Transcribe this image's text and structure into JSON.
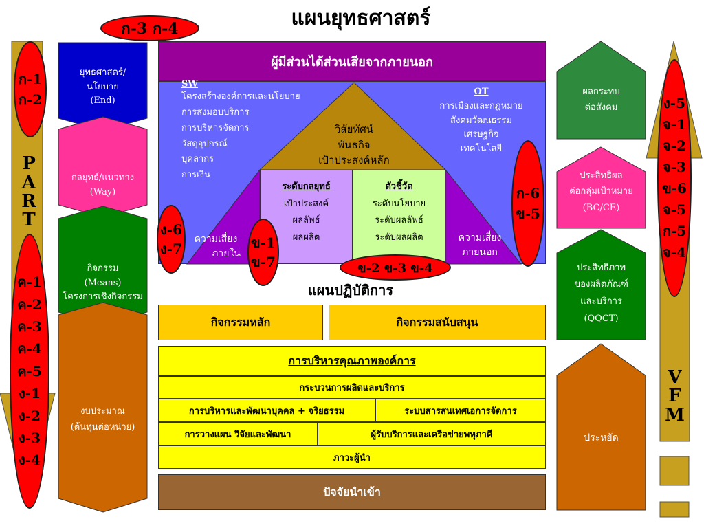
{
  "title": "แผนยุทธศาสตร์",
  "top_oval": "ก-3 ก-4",
  "left_arrow": {
    "oval_top": [
      "ก-1",
      "ก-2"
    ],
    "part": [
      "P",
      "A",
      "R",
      "T"
    ],
    "oval_bottom": [
      "ค-1",
      "ค-2",
      "ค-3",
      "ค-4",
      "ค-5",
      "ง-1",
      "ง-2",
      "ง-3",
      "ง-4"
    ]
  },
  "left_column": [
    {
      "lines": [
        "ยุทธศาสตร์/",
        "นโยบาย",
        "(End)"
      ],
      "color": "#0000cc"
    },
    {
      "lines": [
        "กลยุทธ์/แนวทาง",
        "(Way)"
      ],
      "color": "#ff3399"
    },
    {
      "lines": [
        "กิจกรรม",
        "(Means)",
        "โครงการเชิงกิจกรรม"
      ],
      "color": "#008000"
    },
    {
      "lines": [
        "งบประมาณ",
        "(ต้นทุนต่อหน่วย)"
      ],
      "color": "#cc6600"
    }
  ],
  "stakeholder_banner": "ผู้มีส่วนได้ส่วนเสียจากภายนอก",
  "sw": {
    "heading": "SW",
    "items": [
      "โครงสร้างองค์การและนโยบาย",
      "การส่งมอบบริการ",
      "การบริหารจัดการ",
      "วัสดุอุปกรณ์",
      "บุคลากร",
      "การเงิน"
    ]
  },
  "ot": {
    "heading": "OT",
    "items": [
      "การเมืองและกฎหมาย",
      "สังคมวัฒนธรรม",
      "เศรษฐกิจ",
      "เทคโนโลยี"
    ]
  },
  "triangle_text": [
    "วิสัยทัศน์",
    "พันธกิจ",
    "เป้าประสงค์หลัก"
  ],
  "strategy_box": {
    "heading": "ระดับกลยุทธ์",
    "items": [
      "เป้าประสงค์",
      "ผลลัพธ์",
      "ผลผลิต"
    ]
  },
  "indicator_box": {
    "heading": "ตัวชี้วัด",
    "items": [
      "ระดับนโยบาย",
      "ระดับผลลัพธ์",
      "ระดับผลผลิต"
    ]
  },
  "risk_inner": [
    "ความเสี่ยง",
    "ภายใน"
  ],
  "risk_outer": [
    "ความเสี่ยง",
    "ภายนอก"
  ],
  "ovals": {
    "g6_g7": [
      "ง-6",
      "ง-7"
    ],
    "kh1_kh7": [
      "ข-1",
      "ข-7"
    ],
    "k6_kh5": [
      "ก-6",
      "ข-5"
    ],
    "kh2_3_4": "ข-2 ข-3 ข-4",
    "right_vertical": [
      "ง-5",
      "จ-1",
      "จ-2",
      "จ-3",
      "ข-6",
      "จ-5",
      "ก-5",
      "จ-4"
    ]
  },
  "action_plan_title": "แผนปฏิบัติการ",
  "main_activity": "กิจกรรมหลัก",
  "support_activity": "กิจกรรมสนับสนุน",
  "quality_mgmt": "การบริหารคุณภาพองค์การ",
  "production_process": "กระบวนการผลิตและบริการ",
  "hr_ethics": "การบริหารและพัฒนาบุคคล + จริยธรรม",
  "info_system": "ระบบสารสนเทศเอการจัดการ",
  "planning_research": "การวางแผน วิจัยและพัฒนา",
  "customer_network": "ผู้รับบริการและเครือข่ายพหุภาคี",
  "leadership": "ภาวะผู้นำ",
  "input_factors": "ปัจจัยนำเข้า",
  "right_column": [
    {
      "lines": [
        "ผลกระทบ",
        "ต่อสังคม"
      ],
      "color": "#2e8b3e"
    },
    {
      "lines": [
        "ประสิทธิผล",
        "ต่อกลุ่มเป้าหมาย",
        "(BC/CE)"
      ],
      "color": "#ff3399"
    },
    {
      "lines": [
        "ประสิทธิภาพ",
        "ของผลิตภัณฑ์",
        "และบริการ",
        "(QQCT)"
      ],
      "color": "#008000"
    },
    {
      "lines": [
        "ประหยัด"
      ],
      "color": "#cc6600"
    }
  ],
  "vfm": [
    "V",
    "F",
    "M"
  ],
  "colors": {
    "banner": "#990099",
    "blue_panel": "#6666ff",
    "triangle": "#b8860b",
    "purple_wing": "#9900cc",
    "strategy": "#cc99ff",
    "indicator": "#ccff99",
    "yellow": "#ffff00",
    "orange": "#ffcc00",
    "brown": "#996633",
    "arrow_gold": "#c8a020"
  }
}
